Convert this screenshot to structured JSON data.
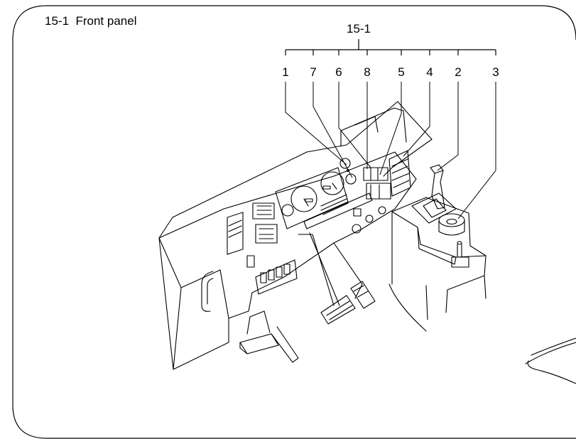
{
  "section_title": "15-1  Front panel",
  "group_label": "15-1",
  "callouts": [
    "1",
    "7",
    "6",
    "8",
    "5",
    "4",
    "2",
    "3"
  ],
  "colors": {
    "line": "#000000",
    "background": "#ffffff"
  }
}
